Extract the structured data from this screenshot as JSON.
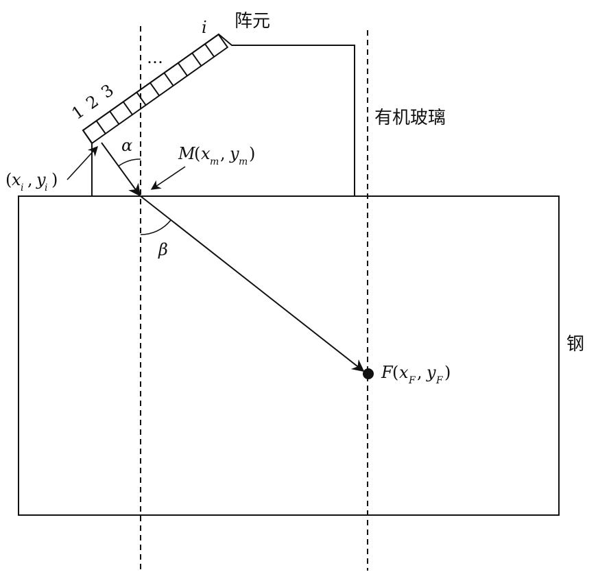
{
  "labels": {
    "array": "阵元",
    "plexiglass": "有机玻璃",
    "steel": "钢",
    "element_i": "i",
    "ellipsis": "…",
    "elem_1": "1",
    "elem_2": "2",
    "elem_3": "3",
    "alpha": "α",
    "beta": "β"
  },
  "point_m": {
    "name": "M",
    "x_sub": "m",
    "y_sub": "m"
  },
  "point_i": {
    "x_sub": "i",
    "y_sub": "i"
  },
  "point_f": {
    "name": "F",
    "x_sub": "F",
    "y_sub": "F"
  }
}
